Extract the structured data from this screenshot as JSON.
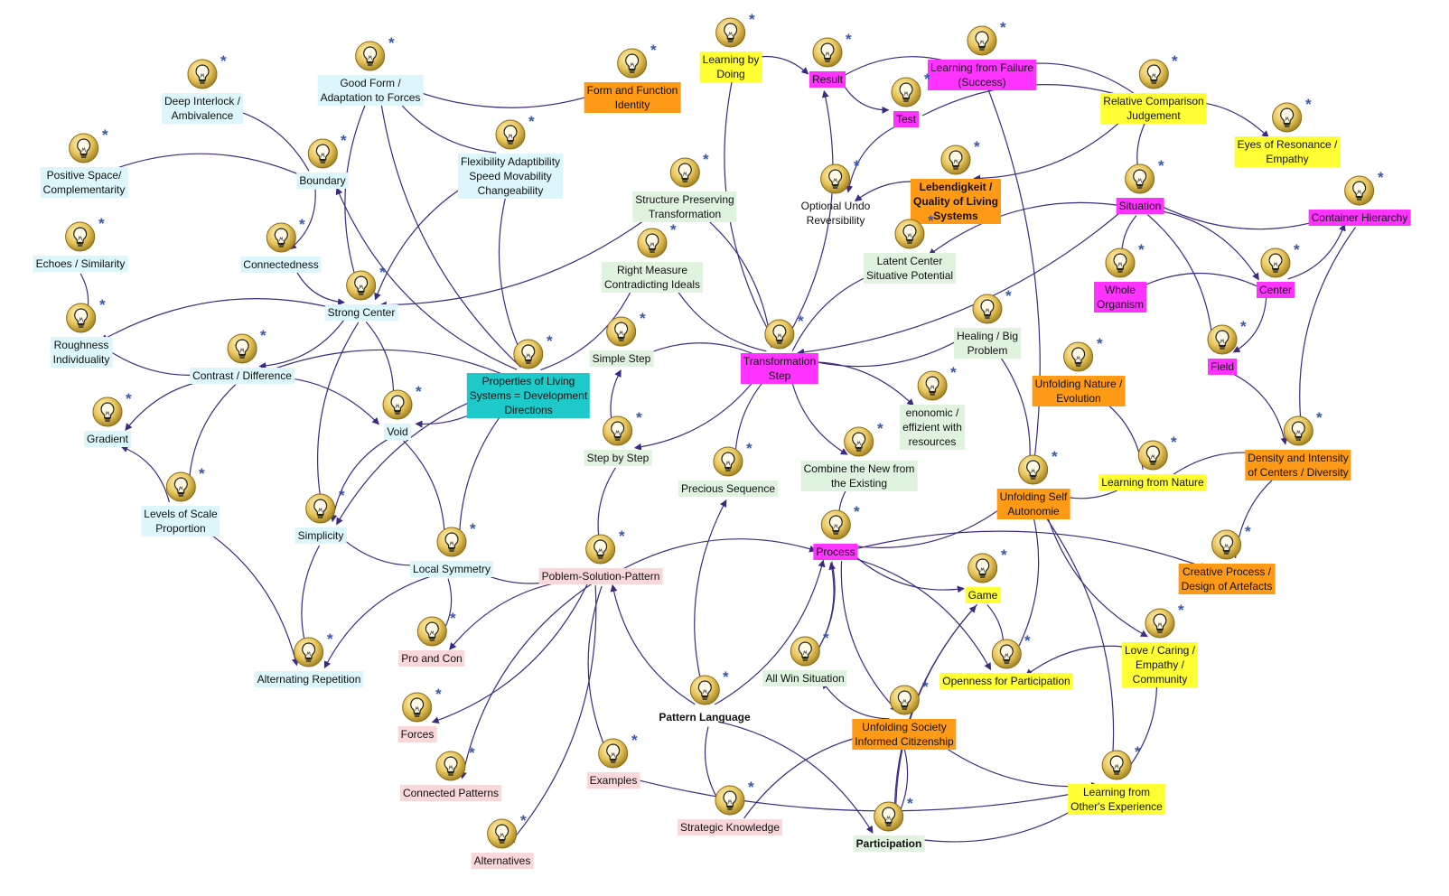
{
  "nodes": [
    {
      "id": "good_form",
      "label": "Good Form /\nAdaptation to Forces",
      "color": "cyan"
    },
    {
      "id": "deep_interlock",
      "label": "Deep Interlock /\nAmbivalence",
      "color": "cyan"
    },
    {
      "id": "positive_space",
      "label": "Positive Space/\nComplementarity",
      "color": "cyan"
    },
    {
      "id": "boundary",
      "label": "Boundary",
      "color": "cyan"
    },
    {
      "id": "connectedness",
      "label": "Connectedness",
      "color": "cyan"
    },
    {
      "id": "echoes",
      "label": "Echoes / Similarity",
      "color": "cyan"
    },
    {
      "id": "strong_center",
      "label": "Strong Center",
      "color": "cyan"
    },
    {
      "id": "roughness",
      "label": "Roughness\nIndividuality",
      "color": "cyan"
    },
    {
      "id": "contrast",
      "label": "Contrast / Difference",
      "color": "cyan"
    },
    {
      "id": "gradient",
      "label": "Gradient",
      "color": "cyan"
    },
    {
      "id": "void",
      "label": "Void",
      "color": "cyan"
    },
    {
      "id": "levels_scale",
      "label": "Levels of Scale\nProportion",
      "color": "cyan"
    },
    {
      "id": "simplicity",
      "label": "Simplicity",
      "color": "cyan"
    },
    {
      "id": "local_symmetry",
      "label": "Local Symmetry",
      "color": "cyan"
    },
    {
      "id": "alternating",
      "label": "Alternating Repetition",
      "color": "cyan"
    },
    {
      "id": "flexibility",
      "label": "Flexibility Adaptibility\nSpeed Movability\nChangeability",
      "color": "cyan"
    },
    {
      "id": "properties",
      "label": "Properties of Living\nSystems = Development\nDirections",
      "color": "teal"
    },
    {
      "id": "form_function",
      "label": "Form and Function\nIdentity",
      "color": "orange"
    },
    {
      "id": "learning_doing",
      "label": "Learning by\nDoing",
      "color": "yellow"
    },
    {
      "id": "result",
      "label": "Result",
      "color": "mag"
    },
    {
      "id": "learning_failure",
      "label": "Learning from Failure\n(Success)",
      "color": "mag"
    },
    {
      "id": "test",
      "label": "Test",
      "color": "mag"
    },
    {
      "id": "relative_comparison",
      "label": "Relative Comparison\nJudgement",
      "color": "yellow"
    },
    {
      "id": "eyes_resonance",
      "label": "Eyes of Resonance /\nEmpathy",
      "color": "yellow"
    },
    {
      "id": "structure_preserving",
      "label": "Structure Preserving\nTransformation",
      "color": "green"
    },
    {
      "id": "optional_undo",
      "label": "Optional Undo\nReversibility",
      "color": "white"
    },
    {
      "id": "lebendigkeit",
      "label": "Lebendigkeit /\nQuality of Living\nSystems",
      "color": "orange",
      "bold": true
    },
    {
      "id": "situation",
      "label": "Situation",
      "color": "mag"
    },
    {
      "id": "container_hierarchy",
      "label": "Container Hierarchy",
      "color": "mag"
    },
    {
      "id": "right_measure",
      "label": "Right Measure\nContradicting Ideals",
      "color": "green"
    },
    {
      "id": "latent_center",
      "label": "Latent Center\nSituative Potential",
      "color": "green"
    },
    {
      "id": "whole_organism",
      "label": "Whole\nOrganism",
      "color": "mag"
    },
    {
      "id": "center",
      "label": "Center",
      "color": "mag"
    },
    {
      "id": "simple_step",
      "label": "Simple Step",
      "color": "green"
    },
    {
      "id": "transformation_step",
      "label": "Transformation\nStep",
      "color": "mag"
    },
    {
      "id": "healing",
      "label": "Healing / Big\nProblem",
      "color": "green"
    },
    {
      "id": "field",
      "label": "Field",
      "color": "mag"
    },
    {
      "id": "unfolding_nature",
      "label": "Unfolding Nature /\nEvolution",
      "color": "orange"
    },
    {
      "id": "economic",
      "label": "enonomic /\neffizient with\nresources",
      "color": "green"
    },
    {
      "id": "step_by_step",
      "label": "Step by Step",
      "color": "green"
    },
    {
      "id": "combine_new",
      "label": "Combine the New from\nthe Existing",
      "color": "green"
    },
    {
      "id": "density",
      "label": "Density and Intensity\nof Centers / Diversity",
      "color": "orange"
    },
    {
      "id": "learning_nature",
      "label": "Learning from Nature",
      "color": "yellow"
    },
    {
      "id": "precious_sequence",
      "label": "Precious Sequence",
      "color": "green"
    },
    {
      "id": "unfolding_self",
      "label": "Unfolding Self\nAutonomie",
      "color": "orange"
    },
    {
      "id": "process",
      "label": "Process",
      "color": "mag"
    },
    {
      "id": "problem_solution",
      "label": "Poblem-Solution-Pattern",
      "color": "pink"
    },
    {
      "id": "creative_process",
      "label": "Creative Process /\nDesign of Artefacts",
      "color": "orange"
    },
    {
      "id": "game",
      "label": "Game",
      "color": "yellow"
    },
    {
      "id": "pro_con",
      "label": "Pro and Con",
      "color": "pink"
    },
    {
      "id": "love_caring",
      "label": "Love / Caring /\nEmpathy /\nCommunity",
      "color": "yellow"
    },
    {
      "id": "all_win",
      "label": "All Win Situation",
      "color": "green"
    },
    {
      "id": "openness",
      "label": "Openness for Participation",
      "color": "yellow"
    },
    {
      "id": "pattern_language",
      "label": "Pattern Language",
      "color": "white",
      "bold": true
    },
    {
      "id": "forces",
      "label": "Forces",
      "color": "pink"
    },
    {
      "id": "unfolding_society",
      "label": "Unfolding Society\nInformed Citizenship",
      "color": "orange"
    },
    {
      "id": "examples",
      "label": "Examples",
      "color": "pink"
    },
    {
      "id": "connected_patterns",
      "label": "Connected Patterns",
      "color": "pink"
    },
    {
      "id": "learning_others",
      "label": "Learning from\nOther's Experience",
      "color": "yellow"
    },
    {
      "id": "strategic_knowledge",
      "label": "Strategic Knowledge",
      "color": "pink"
    },
    {
      "id": "participation",
      "label": "Participation",
      "color": "green",
      "bold": true
    },
    {
      "id": "alternatives",
      "label": "Alternatives",
      "color": "pink"
    }
  ],
  "star": "*",
  "colors": {
    "edge": "#3c2a82",
    "cyan": "#dcf6fb",
    "green": "#dff3de",
    "pink": "#fad8da",
    "yellow": "#ffff33",
    "orange": "#ff9a16",
    "magenta": "#ff33ff",
    "teal": "#1ec9c9"
  },
  "icon": "lightbulb-icon",
  "edges": [
    [
      "form_function",
      "good_form"
    ],
    [
      "boundary",
      "positive_space"
    ],
    [
      "boundary",
      "connectedness"
    ],
    [
      "boundary",
      "deep_interlock"
    ],
    [
      "strong_center",
      "good_form"
    ],
    [
      "strong_center",
      "roughness"
    ],
    [
      "strong_center",
      "void"
    ],
    [
      "strong_center",
      "simplicity"
    ],
    [
      "strong_center",
      "contrast"
    ],
    [
      "connectedness",
      "strong_center"
    ],
    [
      "flexibility",
      "good_form"
    ],
    [
      "flexibility",
      "strong_center"
    ],
    [
      "properties",
      "good_form"
    ],
    [
      "properties",
      "contrast"
    ],
    [
      "properties",
      "void"
    ],
    [
      "properties",
      "local_symmetry"
    ],
    [
      "properties",
      "flexibility"
    ],
    [
      "properties",
      "right_measure"
    ],
    [
      "properties",
      "boundary"
    ],
    [
      "properties",
      "simplicity"
    ],
    [
      "contrast",
      "roughness"
    ],
    [
      "contrast",
      "gradient"
    ],
    [
      "contrast",
      "void"
    ],
    [
      "contrast",
      "levels_scale"
    ],
    [
      "echoes",
      "roughness"
    ],
    [
      "void",
      "simplicity"
    ],
    [
      "void",
      "local_symmetry"
    ],
    [
      "levels_scale",
      "gradient"
    ],
    [
      "levels_scale",
      "alternating"
    ],
    [
      "simplicity",
      "alternating"
    ],
    [
      "local_symmetry",
      "simplicity"
    ],
    [
      "local_symmetry",
      "alternating"
    ],
    [
      "local_symmetry",
      "pro_con"
    ],
    [
      "local_symmetry",
      "problem_solution"
    ],
    [
      "structure_preserving",
      "strong_center"
    ],
    [
      "transformation_step",
      "structure_preserving"
    ],
    [
      "transformation_step",
      "right_measure"
    ],
    [
      "transformation_step",
      "simple_step"
    ],
    [
      "transformation_step",
      "learning_doing"
    ],
    [
      "transformation_step",
      "result"
    ],
    [
      "transformation_step",
      "latent_center"
    ],
    [
      "transformation_step",
      "healing"
    ],
    [
      "transformation_step",
      "economic"
    ],
    [
      "transformation_step",
      "combine_new"
    ],
    [
      "transformation_step",
      "step_by_step"
    ],
    [
      "transformation_step",
      "precious_sequence"
    ],
    [
      "learning_doing",
      "result"
    ],
    [
      "result",
      "test"
    ],
    [
      "result",
      "learning_failure"
    ],
    [
      "test",
      "optional_undo"
    ],
    [
      "test",
      "relative_comparison"
    ],
    [
      "relative_comparison",
      "learning_failure"
    ],
    [
      "relative_comparison",
      "eyes_resonance"
    ],
    [
      "relative_comparison",
      "situation"
    ],
    [
      "relative_comparison",
      "lebendigkeit"
    ],
    [
      "situation",
      "whole_organism"
    ],
    [
      "situation",
      "center"
    ],
    [
      "situation",
      "container_hierarchy"
    ],
    [
      "situation",
      "field"
    ],
    [
      "situation",
      "latent_center"
    ],
    [
      "situation",
      "transformation_step"
    ],
    [
      "center",
      "whole_organism"
    ],
    [
      "center",
      "field"
    ],
    [
      "center",
      "container_hierarchy"
    ],
    [
      "field",
      "density"
    ],
    [
      "container_hierarchy",
      "density"
    ],
    [
      "step_by_step",
      "simple_step"
    ],
    [
      "step_by_step",
      "problem_solution"
    ],
    [
      "process",
      "creative_process"
    ],
    [
      "process",
      "game"
    ],
    [
      "process",
      "all_win"
    ],
    [
      "process",
      "unfolding_self"
    ],
    [
      "process",
      "openness"
    ],
    [
      "process",
      "unfolding_society"
    ],
    [
      "problem_solution",
      "process"
    ],
    [
      "problem_solution",
      "pro_con"
    ],
    [
      "problem_solution",
      "forces"
    ],
    [
      "problem_solution",
      "connected_patterns"
    ],
    [
      "problem_solution",
      "alternatives"
    ],
    [
      "problem_solution",
      "examples"
    ],
    [
      "pattern_language",
      "problem_solution"
    ],
    [
      "pattern_language",
      "strategic_knowledge"
    ],
    [
      "pattern_language",
      "precious_sequence"
    ],
    [
      "pattern_language",
      "process"
    ],
    [
      "pattern_language",
      "participation"
    ],
    [
      "unfolding_self",
      "learning_nature"
    ],
    [
      "unfolding_self",
      "openness"
    ],
    [
      "unfolding_self",
      "love_caring"
    ],
    [
      "unfolding_self",
      "learning_others"
    ],
    [
      "unfolding_self",
      "learning_failure"
    ],
    [
      "learning_nature",
      "density"
    ],
    [
      "learning_nature",
      "unfolding_nature"
    ],
    [
      "game",
      "openness"
    ],
    [
      "game",
      "participation"
    ],
    [
      "love_caring",
      "learning_others"
    ],
    [
      "love_caring",
      "openness"
    ],
    [
      "participation",
      "game"
    ],
    [
      "participation",
      "unfolding_society"
    ],
    [
      "learning_others",
      "participation"
    ],
    [
      "examples",
      "learning_others"
    ],
    [
      "strategic_knowledge",
      "unfolding_society"
    ],
    [
      "all_win",
      "process"
    ],
    [
      "unfolding_society",
      "all_win"
    ],
    [
      "unfolding_society",
      "learning_others"
    ],
    [
      "creative_process",
      "density"
    ],
    [
      "lebendigkeit",
      "optional_undo"
    ],
    [
      "healing",
      "unfolding_self"
    ],
    [
      "combine_new",
      "process"
    ]
  ]
}
